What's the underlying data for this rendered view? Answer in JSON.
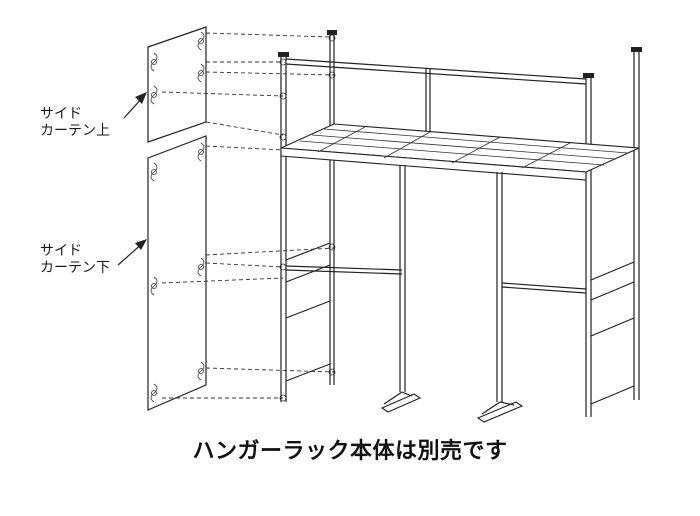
{
  "labels": {
    "upper_line1": "サイド",
    "upper_line2": "カーテン上",
    "lower_line1": "サイド",
    "lower_line2": "カーテン下"
  },
  "caption": "ハンガーラック本体は別売です"
}
